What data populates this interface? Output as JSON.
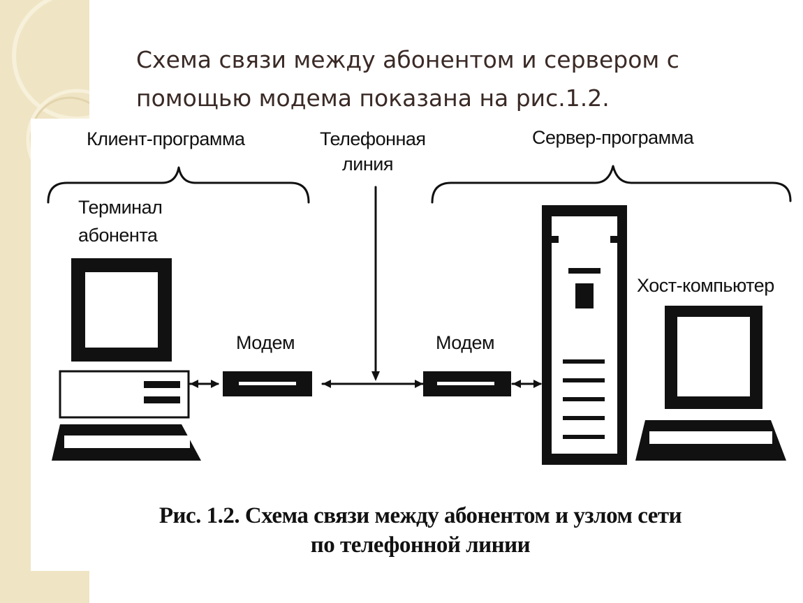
{
  "slide": {
    "title_line1": "Схема связи между абонентом и сервером с",
    "title_line2": "помощью модема показана на рис.1.2."
  },
  "figure": {
    "client_program": "Клиент-программа",
    "phone_line_1": "Телефонная",
    "phone_line_2": "линия",
    "server_program": "Сервер-программа",
    "terminal_1": "Терминал",
    "terminal_2": "абонента",
    "host": "Хост-компьютер",
    "modem_left": "Модем",
    "modem_right": "Модем",
    "caption_line1": "Рис. 1.2. Схема связи между абонентом и узлом сети",
    "caption_line2": "по телефонной линии"
  },
  "colors": {
    "strip": "#efe4c4",
    "title_text": "#3a2a26",
    "line": "#111111"
  }
}
